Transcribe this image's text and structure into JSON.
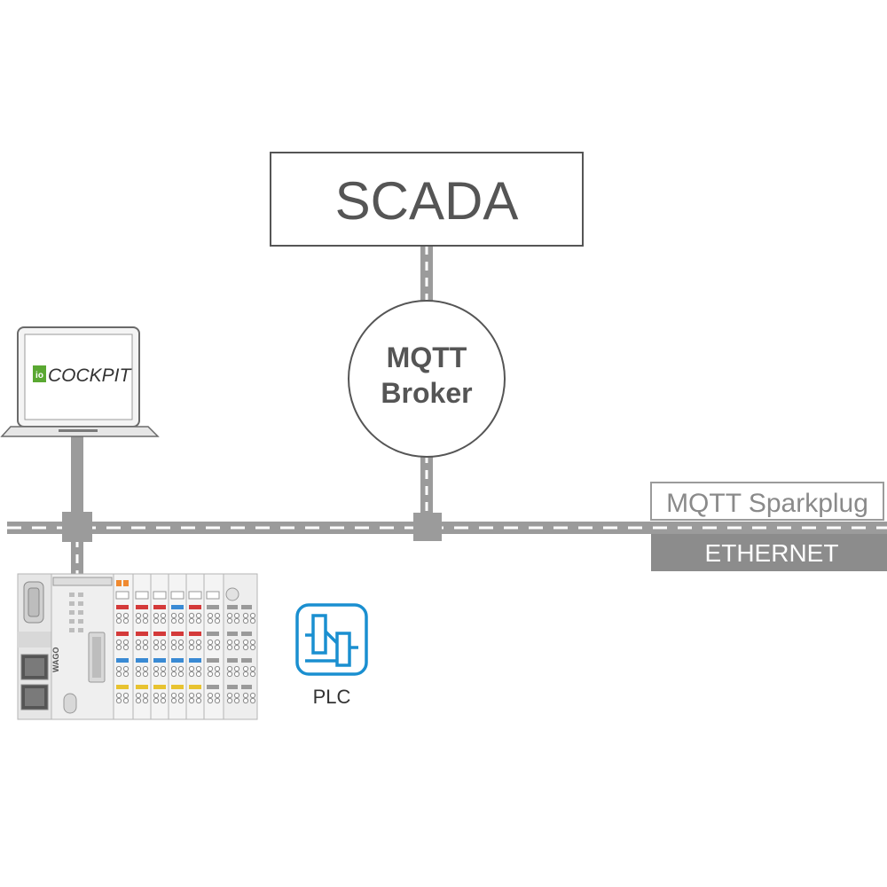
{
  "diagram": {
    "scada_label": "SCADA",
    "broker_line1": "MQTT",
    "broker_line2": "Broker",
    "sparkplug_label": "MQTT Sparkplug",
    "ethernet_label": "ETHERNET",
    "plc_label": "PLC",
    "cockpit_label": "COCKPIT",
    "cockpit_logo_mark": "io",
    "controller_brand": "WAGO"
  },
  "colors": {
    "line_gray": "#9b9b9b",
    "ethernet_bar": "#8c8c8c",
    "plc_icon_blue": "#1a8fd0",
    "cockpit_green": "#5aa832"
  }
}
